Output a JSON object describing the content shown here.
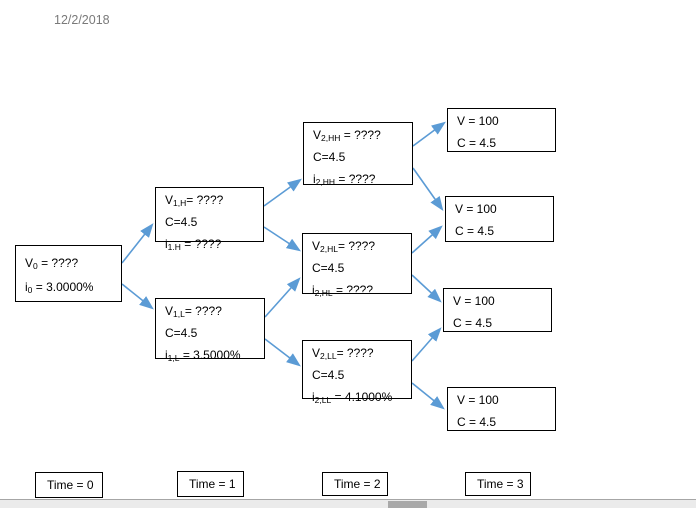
{
  "page": {
    "date": "12/2/2018"
  },
  "colors": {
    "arrow": "#5B9BD5",
    "box_border": "#000000",
    "date_text": "#7a7a7a",
    "scrollbar_track": "#ebebeb",
    "scrollbar_thumb": "#a9a9a9"
  },
  "tree": {
    "nodes": [
      {
        "key": "v0",
        "lines": [
          {
            "pre": "V",
            "sub": "0",
            "post": " = ????"
          },
          {
            "pre": "i",
            "sub": "0",
            "post": " = 3.0000%"
          }
        ]
      },
      {
        "key": "v1h",
        "lines": [
          {
            "pre": "V",
            "sub": "1,H",
            "post": "= ????"
          },
          {
            "pre": "C=4.5",
            "sub": "",
            "post": ""
          },
          {
            "pre": "i",
            "sub": "1.H",
            "post": " = ????"
          }
        ]
      },
      {
        "key": "v1l",
        "lines": [
          {
            "pre": "V",
            "sub": "1,L",
            "post": "= ????"
          },
          {
            "pre": "C=4.5",
            "sub": "",
            "post": ""
          },
          {
            "pre": "i",
            "sub": "1,L",
            "post": " = 3.5000%"
          }
        ]
      },
      {
        "key": "v2hh",
        "lines": [
          {
            "pre": "V",
            "sub": "2,HH",
            "post": " = ????"
          },
          {
            "pre": "C=4.5",
            "sub": "",
            "post": ""
          },
          {
            "pre": "i",
            "sub": "2,HH",
            "post": " = ????"
          }
        ]
      },
      {
        "key": "v2hl",
        "lines": [
          {
            "pre": "V",
            "sub": "2,HL",
            "post": "= ????"
          },
          {
            "pre": "C=4.5",
            "sub": "",
            "post": ""
          },
          {
            "pre": "i",
            "sub": "2,HL",
            "post": " = ????"
          }
        ]
      },
      {
        "key": "v2ll",
        "lines": [
          {
            "pre": "V",
            "sub": "2,LL",
            "post": "= ????"
          },
          {
            "pre": "C=4.5",
            "sub": "",
            "post": ""
          },
          {
            "pre": "i",
            "sub": "2,LL",
            "post": " = 4.1000%"
          }
        ]
      },
      {
        "key": "m1",
        "lines": [
          {
            "pre": "V = 100",
            "sub": "",
            "post": ""
          },
          {
            "pre": "C = 4.5",
            "sub": "",
            "post": ""
          }
        ]
      },
      {
        "key": "m2",
        "lines": [
          {
            "pre": "V = 100",
            "sub": "",
            "post": ""
          },
          {
            "pre": "C = 4.5",
            "sub": "",
            "post": ""
          }
        ]
      },
      {
        "key": "m3",
        "lines": [
          {
            "pre": "V = 100",
            "sub": "",
            "post": ""
          },
          {
            "pre": "C = 4.5",
            "sub": "",
            "post": ""
          }
        ]
      },
      {
        "key": "m4",
        "lines": [
          {
            "pre": "V = 100",
            "sub": "",
            "post": ""
          },
          {
            "pre": "C = 4.5",
            "sub": "",
            "post": ""
          }
        ]
      }
    ],
    "timeline": [
      {
        "label": "Time = 0"
      },
      {
        "label": "Time = 1"
      },
      {
        "label": "Time = 2"
      },
      {
        "label": "Time = 3"
      }
    ]
  }
}
